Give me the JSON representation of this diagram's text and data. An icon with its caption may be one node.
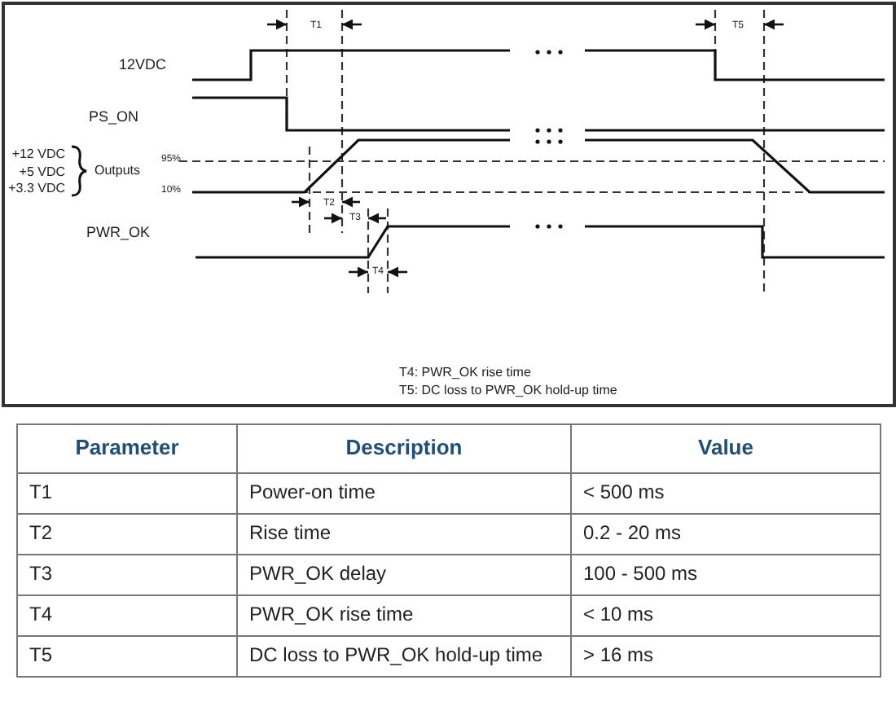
{
  "diagram": {
    "labels": [
      "12VDC",
      "PS_ON",
      "+12 VDC",
      "+5 VDC",
      "+3.3 VDC",
      "Outputs",
      "95%",
      "10%",
      "PWR_OK",
      "T1",
      "T5",
      "T2",
      "T3",
      "T4",
      "T4: PWR_OK rise time",
      "T5: DC loss to PWR_OK hold-up time",
      "Parameter",
      "Description",
      "Value",
      "T1",
      "Power-on time",
      "< 500 ms",
      "T2",
      "Rise time",
      "0.2 - 20 ms",
      "T3",
      "PWR_OK delay",
      "100 - 500 ms",
      "T4",
      "PWR_OK rise time",
      "< 10 ms",
      "T5",
      "DC loss to PWR_OK hold-up time",
      "> 16 ms"
    ]
  }
}
